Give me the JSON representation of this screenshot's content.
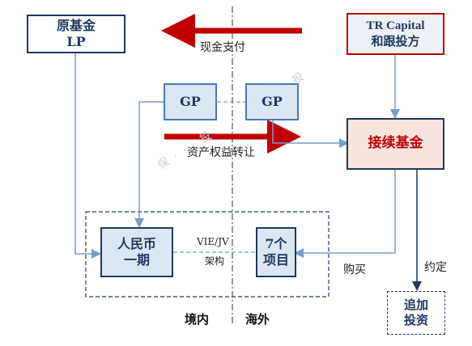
{
  "nodes": {
    "original_fund": [
      "原基金",
      "LP"
    ],
    "tr_capital": [
      "TR Capital",
      "和跟投方"
    ],
    "gp_left": "GP",
    "gp_right": "GP",
    "continuation_fund": "接续基金",
    "rmb_fund": [
      "人民币",
      "一期"
    ],
    "seven_projects": [
      "7个",
      "项目"
    ],
    "additional_investment": [
      "追加",
      "投资"
    ]
  },
  "labels": {
    "cash_payment": "现金支付",
    "equity_transfer": "资产权益转让",
    "vie_jv": "VIE/JV",
    "structure": "架构",
    "purchase": "购买",
    "agreement": "约定",
    "domestic": "境内",
    "overseas": "海外"
  },
  "colors": {
    "navy": "#1f3864",
    "tr_border": "#c00000",
    "red_arrow": "#c00000",
    "continuation_fill": "#f8e4df",
    "light_blue_fill": "#dce6f2",
    "connector": "#7a9cc8"
  }
}
